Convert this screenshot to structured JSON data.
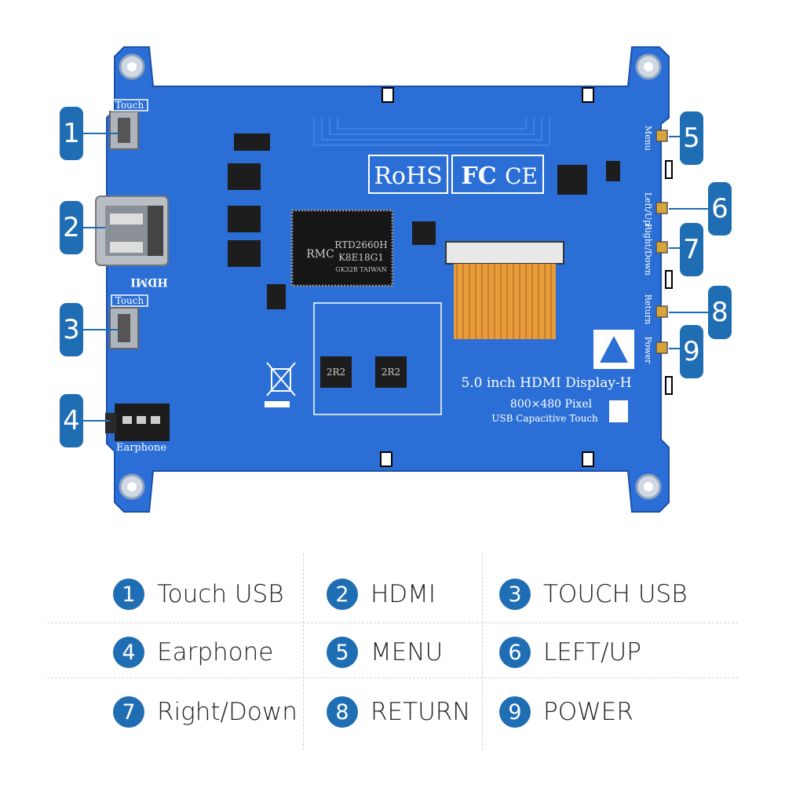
{
  "board": {
    "silk_touch_1": "Touch",
    "silk_touch_3": "Touch",
    "silk_hdmi": "HDMI",
    "silk_earphone": "Earphone",
    "silk_menu": "Menu",
    "silk_leftup": "Left/Up",
    "silk_rightdown": "Right/Down",
    "silk_return": "Return",
    "silk_power": "Power",
    "rohs": "RoHS",
    "fc": "FC",
    "ce": "CE",
    "chip_line1": "RTD2660H",
    "chip_line2": "K8E18G1",
    "chip_line3": "GK32B TAIWAN",
    "chip_logo": "RMC",
    "inductor_1": "2R2",
    "inductor_2": "2R2",
    "title": "5.0 inch HDMI Display-H",
    "resolution": "800×480 Pixel",
    "touch_type": "USB Capacitive Touch"
  },
  "callouts": [
    "1",
    "2",
    "3",
    "4",
    "5",
    "6",
    "7",
    "8",
    "9"
  ],
  "legend": [
    {
      "num": "1",
      "label": "Touch USB"
    },
    {
      "num": "2",
      "label": "HDMI"
    },
    {
      "num": "3",
      "label": "TOUCH USB"
    },
    {
      "num": "4",
      "label": "Earphone"
    },
    {
      "num": "5",
      "label": "MENU"
    },
    {
      "num": "6",
      "label": "LEFT/UP"
    },
    {
      "num": "7",
      "label": "Right/Down"
    },
    {
      "num": "8",
      "label": "RETURN"
    },
    {
      "num": "9",
      "label": "POWER"
    }
  ],
  "colors": {
    "pcb": "#2b6fd6",
    "accent": "#1f6db3",
    "ribbon": "#e79b3a",
    "silk": "#ffffff"
  }
}
